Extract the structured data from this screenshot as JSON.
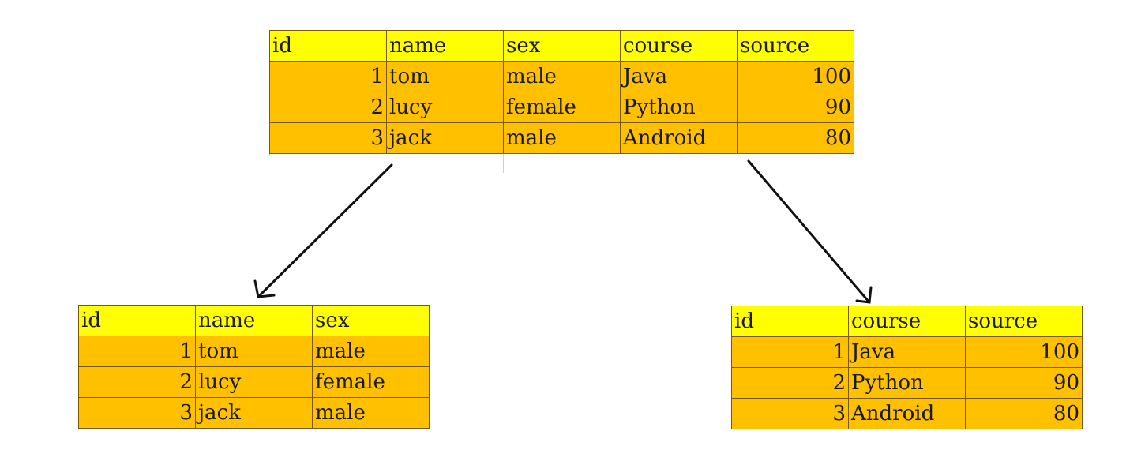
{
  "top_table": {
    "headers": [
      "id",
      "name",
      "sex",
      "course",
      "source"
    ],
    "rows": [
      [
        "1",
        "tom",
        "male",
        "Java",
        "100"
      ],
      [
        "2",
        "lucy",
        "female",
        "Python",
        "90"
      ],
      [
        "3",
        "jack",
        "male",
        "Android",
        "80"
      ]
    ]
  },
  "left_table": {
    "headers": [
      "id",
      "name",
      "sex"
    ],
    "rows": [
      [
        "1",
        "tom",
        "male"
      ],
      [
        "2",
        "lucy",
        "female"
      ],
      [
        "3",
        "jack",
        "male"
      ]
    ]
  },
  "right_table": {
    "headers": [
      "id",
      "course",
      "source"
    ],
    "rows": [
      [
        "1",
        "Java",
        "100"
      ],
      [
        "2",
        "Python",
        "90"
      ],
      [
        "3",
        "Android",
        "80"
      ]
    ]
  },
  "colors": {
    "header_fill": "#ffff00",
    "row_fill": "#ffc000",
    "arrow": "#111111"
  }
}
